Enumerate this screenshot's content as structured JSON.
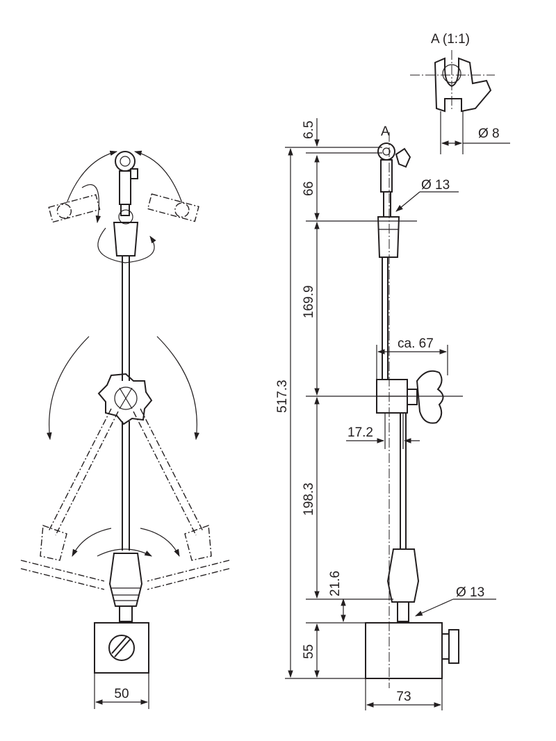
{
  "detail": {
    "title": "A (1:1)",
    "diameter": "Ø 8"
  },
  "marker": {
    "section_label": "A"
  },
  "dimensions": {
    "top_offset": "6.5",
    "head_height": "66",
    "upper_rod": "169.9",
    "total_height": "517.3",
    "lower_rod": "198.3",
    "joint": "21.6",
    "base_height": "55",
    "base_width_side": "73",
    "base_width_front": "50",
    "clamp_reach": "ca. 67",
    "clamp_offset": "17.2",
    "top_joint_diameter": "Ø 13",
    "bottom_joint_diameter": "Ø 13"
  },
  "colors": {
    "ink": "#231f20",
    "background": "#ffffff"
  }
}
